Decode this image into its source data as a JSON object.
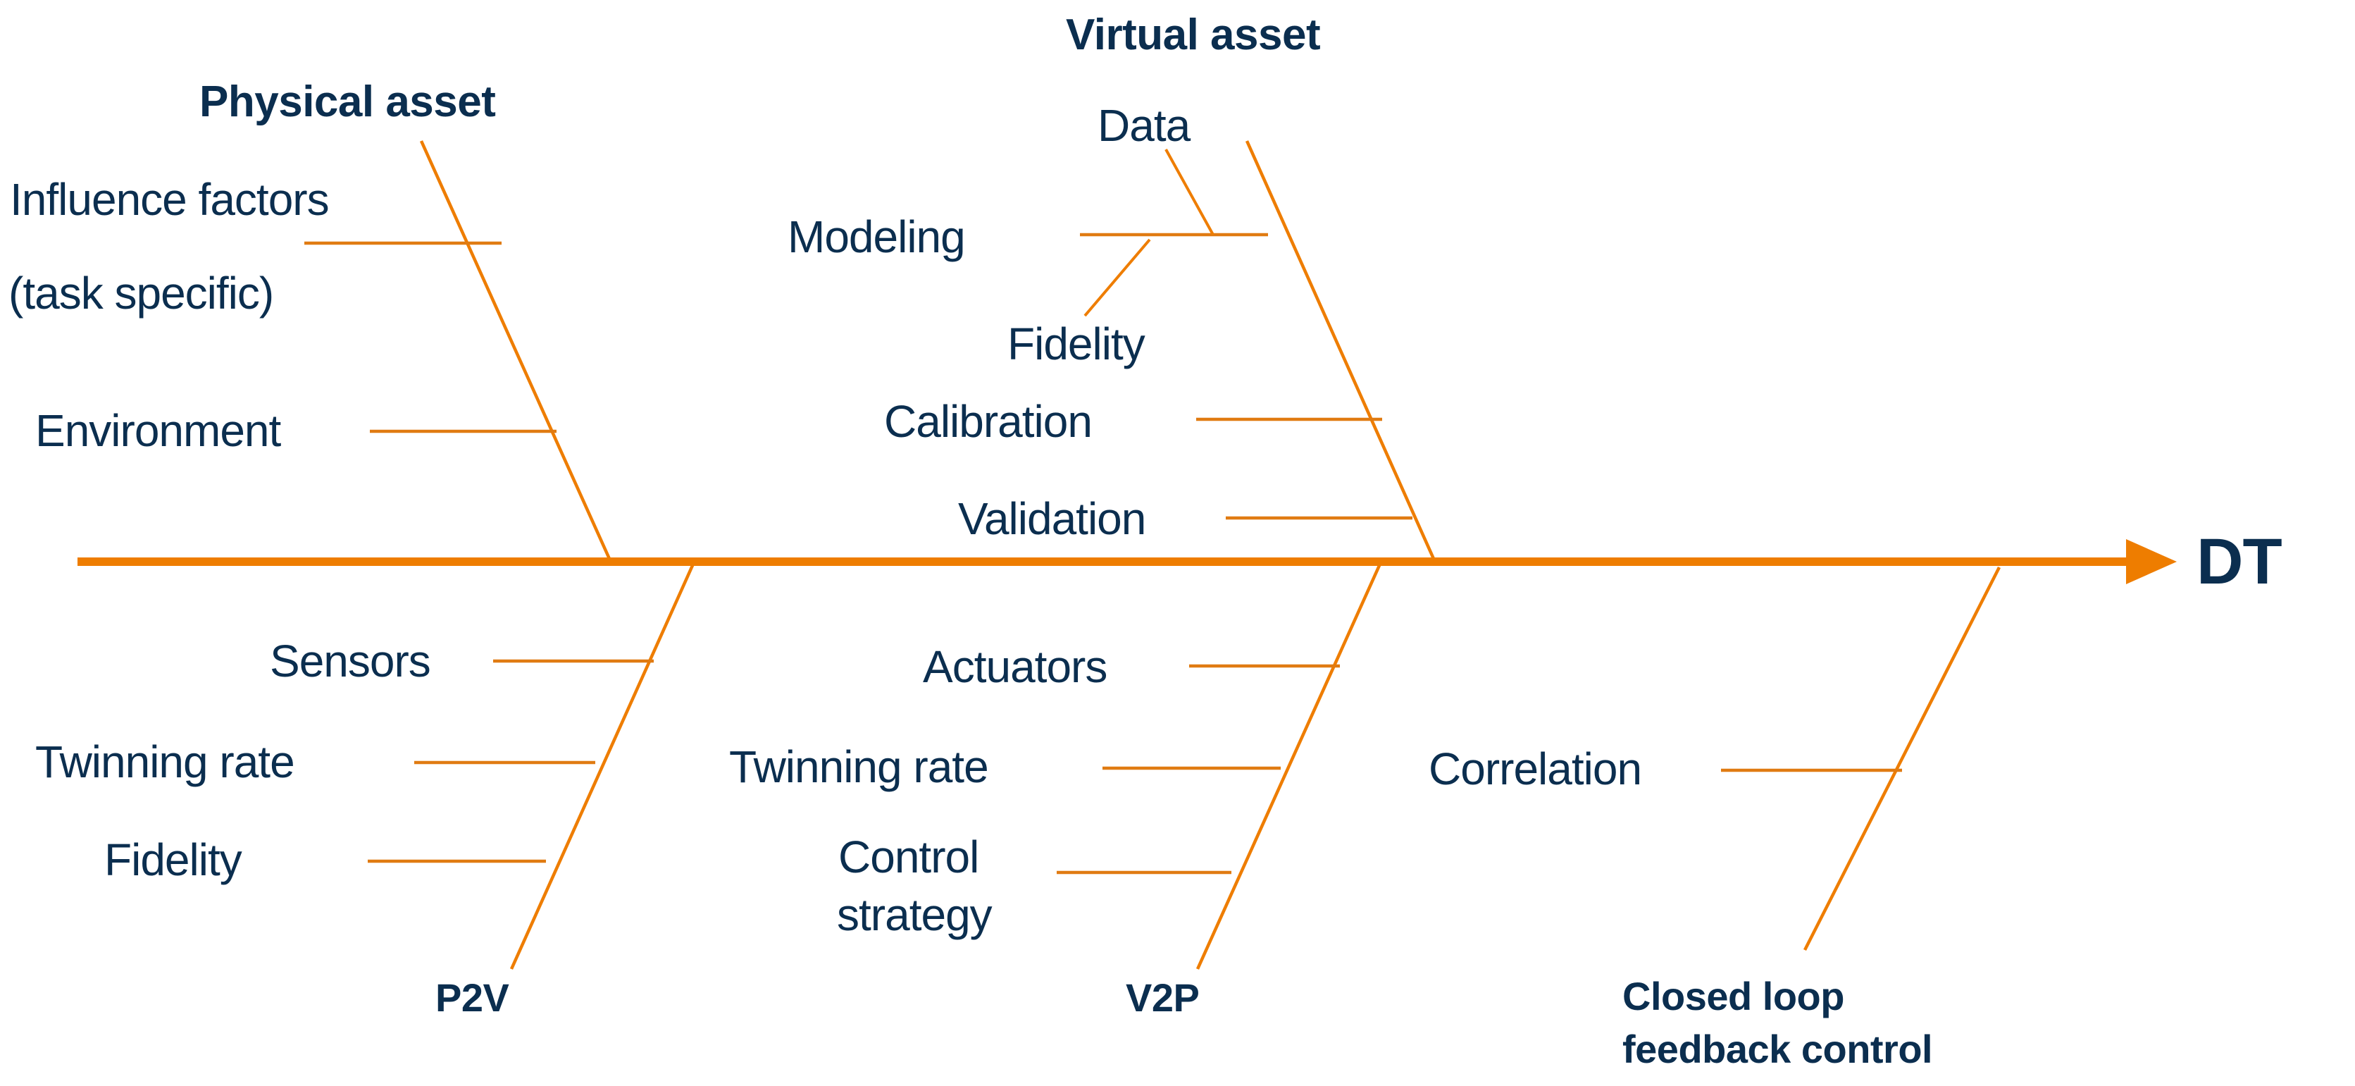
{
  "diagram": {
    "type": "fishbone-ishikawa",
    "title_head": "DT",
    "colors": {
      "accent": "#EE7D00",
      "text": "#0B2E4F",
      "background": "#FFFFFF"
    },
    "categories": [
      {
        "id": "physical-asset",
        "name": "Physical asset",
        "side": "top",
        "causes": [
          {
            "label": "Influence factors"
          },
          {
            "label": "(task specific)"
          },
          {
            "label": "Environment"
          }
        ]
      },
      {
        "id": "virtual-asset",
        "name": "Virtual asset",
        "side": "top",
        "causes": [
          {
            "label": "Modeling",
            "sub_causes": [
              {
                "label": "Data"
              },
              {
                "label": "Fidelity"
              }
            ]
          },
          {
            "label": "Calibration"
          },
          {
            "label": "Validation"
          }
        ]
      },
      {
        "id": "p2v",
        "name": "P2V",
        "side": "bottom",
        "causes": [
          {
            "label": "Sensors"
          },
          {
            "label": "Twinning rate"
          },
          {
            "label": "Fidelity"
          }
        ]
      },
      {
        "id": "v2p",
        "name": "V2P",
        "side": "bottom",
        "causes": [
          {
            "label": "Actuators"
          },
          {
            "label": "Twinning rate"
          },
          {
            "label": "Control"
          },
          {
            "label": "strategy"
          }
        ]
      },
      {
        "id": "closed-loop-feedback-control",
        "name_line1": "Closed loop",
        "name_line2": "feedback control",
        "side": "bottom",
        "causes": [
          {
            "label": "Correlation"
          }
        ]
      }
    ]
  },
  "labels": {
    "physical_asset": "Physical asset",
    "virtual_asset": "Virtual asset",
    "p2v": "P2V",
    "v2p": "V2P",
    "closed_loop_1": "Closed loop",
    "closed_loop_2": "feedback control",
    "dt": "DT",
    "influence_factors": "Influence factors",
    "task_specific": "(task specific)",
    "environment": "Environment",
    "data": "Data",
    "modeling": "Modeling",
    "fidelity_virtual": "Fidelity",
    "calibration": "Calibration",
    "validation": "Validation",
    "sensors": "Sensors",
    "twinning_rate_p2v": "Twinning rate",
    "fidelity_p2v": "Fidelity",
    "actuators": "Actuators",
    "twinning_rate_v2p": "Twinning rate",
    "control": "Control",
    "strategy": "strategy",
    "correlation": "Correlation"
  }
}
